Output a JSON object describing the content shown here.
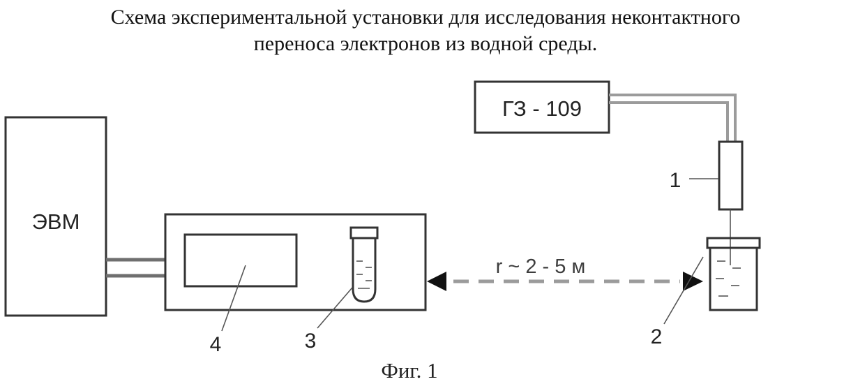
{
  "title": {
    "line1": "Схема экспериментальной установки для исследования неконтактного",
    "line2": "переноса электронов из водной среды."
  },
  "labels": {
    "computer": "ЭВМ",
    "generator": "ГЗ - 109",
    "distance": "r ~ 2 - 5 м",
    "component1": "1",
    "component2": "2",
    "component3": "3",
    "component4": "4",
    "caption": "Фиг. 1"
  },
  "colors": {
    "line_dark": "#333333",
    "line_gray": "#9b9b9b",
    "text": "#1a1a1a",
    "background": "#ffffff"
  }
}
